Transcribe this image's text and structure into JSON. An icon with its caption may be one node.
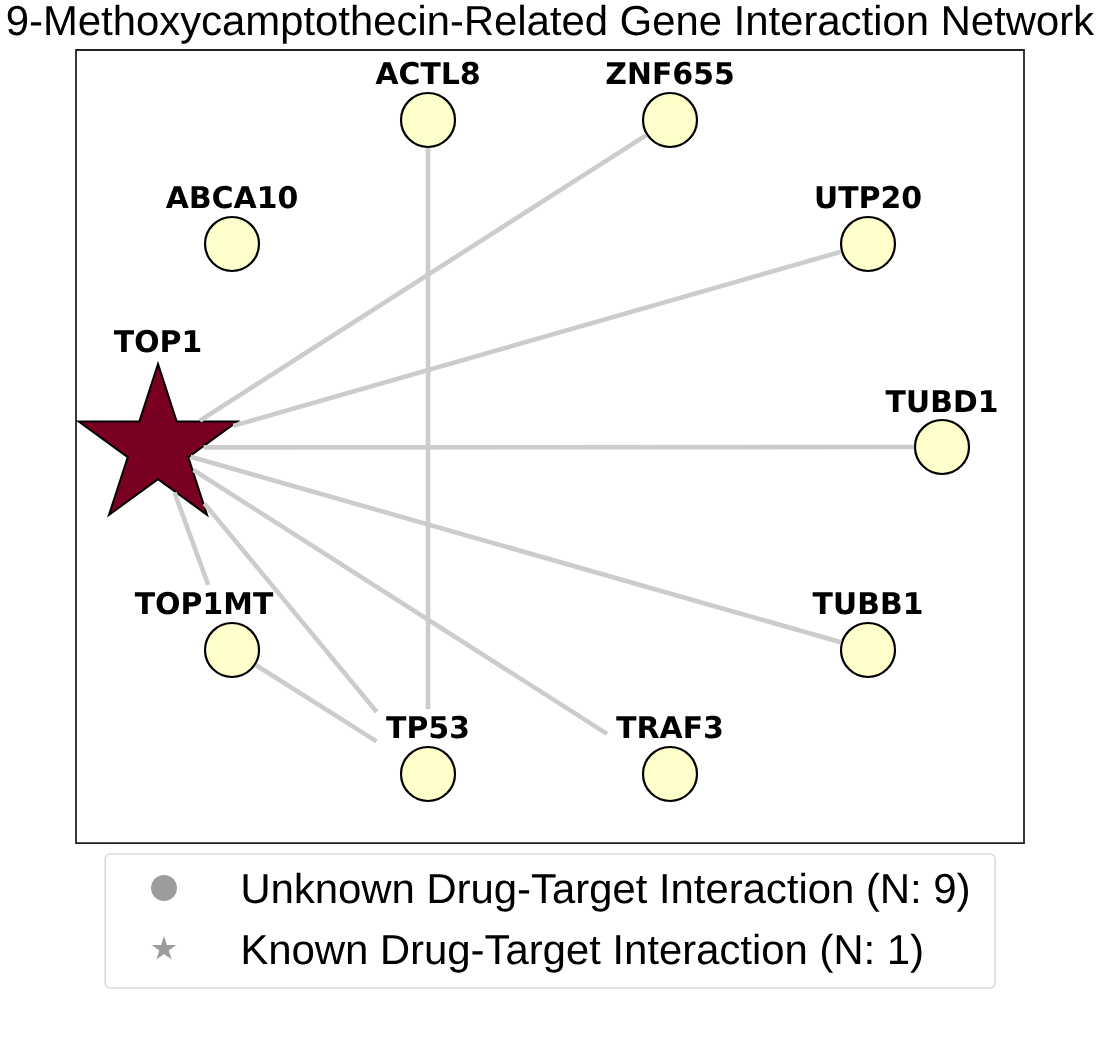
{
  "diagram": {
    "title": "9-Methoxycamptothecin-Related Gene Interaction Network",
    "nodes": [
      {
        "text": [
          "ACTL8"
        ]
      },
      {
        "text": [
          "ZNF655"
        ]
      },
      {
        "text": [
          "ABCA10"
        ]
      },
      {
        "text": [
          "UTP20"
        ]
      },
      {
        "text": [
          "TOP1"
        ]
      },
      {
        "text": [
          "TUBD1"
        ]
      },
      {
        "text": [
          "TOP1MT"
        ]
      },
      {
        "text": [
          "TUBB1"
        ]
      },
      {
        "text": [
          "TP53"
        ]
      },
      {
        "text": [
          "TRAF3"
        ]
      }
    ],
    "edges": [
      {
        "from": 0,
        "to": 8,
        "arrow": "none"
      },
      {
        "from": 4,
        "to": 1,
        "arrow": "none"
      },
      {
        "from": 4,
        "to": 3,
        "arrow": "none"
      },
      {
        "from": 4,
        "to": 5,
        "arrow": "none"
      },
      {
        "from": 4,
        "to": 7,
        "arrow": "none"
      },
      {
        "from": 4,
        "to": 9,
        "arrow": "none"
      },
      {
        "from": 4,
        "to": 8,
        "arrow": "none"
      },
      {
        "from": 4,
        "to": 6,
        "arrow": "none"
      },
      {
        "from": 6,
        "to": 8,
        "arrow": "none"
      }
    ],
    "legend": [
      {
        "text": "Unknown Drug-Target Interaction (N: 9)"
      },
      {
        "text": "Known Drug-Target Interaction (N: 1)"
      }
    ]
  }
}
